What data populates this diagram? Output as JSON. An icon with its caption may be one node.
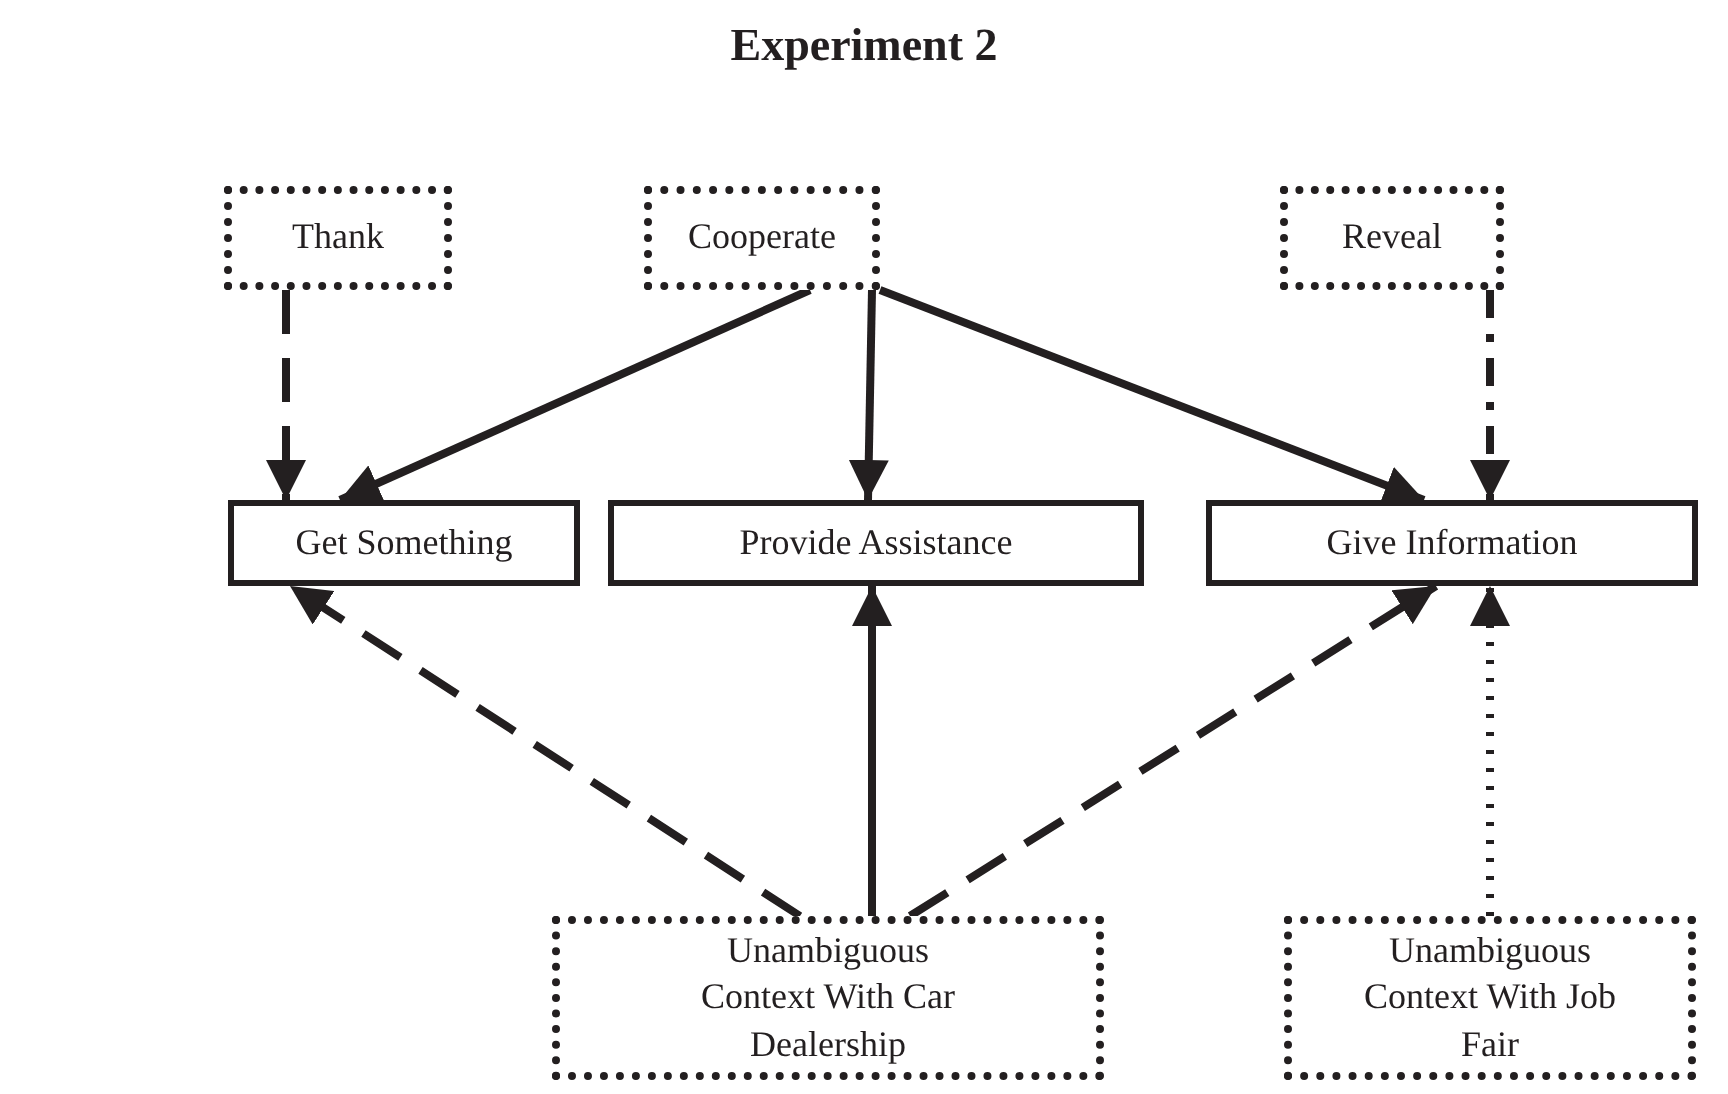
{
  "diagram": {
    "title": "Experiment 2",
    "nodes": [
      {
        "text": [
          "Thank"
        ]
      },
      {
        "text": [
          "Cooperate"
        ]
      },
      {
        "text": [
          "Reveal"
        ]
      },
      {
        "text": [
          "Get Something"
        ]
      },
      {
        "text": [
          "Provide Assistance"
        ]
      },
      {
        "text": [
          "Give Information"
        ]
      },
      {
        "text": [
          "Unambiguous Context With Car Dealership"
        ]
      },
      {
        "text": [
          "Unambiguous Context With Job Fair"
        ]
      }
    ],
    "edges": [
      {
        "from": 0,
        "to": 3,
        "arrow": "to",
        "style": "dashed"
      },
      {
        "from": 1,
        "to": 3,
        "arrow": "to"
      },
      {
        "from": 1,
        "to": 4,
        "arrow": "to"
      },
      {
        "from": 1,
        "to": 5,
        "arrow": "to"
      },
      {
        "from": 2,
        "to": 5,
        "arrow": "to",
        "style": "dashed"
      },
      {
        "from": 6,
        "to": 3,
        "arrow": "to",
        "style": "dashed"
      },
      {
        "from": 6,
        "to": 4,
        "arrow": "to"
      },
      {
        "from": 6,
        "to": 5,
        "arrow": "to",
        "style": "dashed"
      },
      {
        "from": 7,
        "to": 5,
        "arrow": "to",
        "style": "dashed"
      }
    ]
  }
}
